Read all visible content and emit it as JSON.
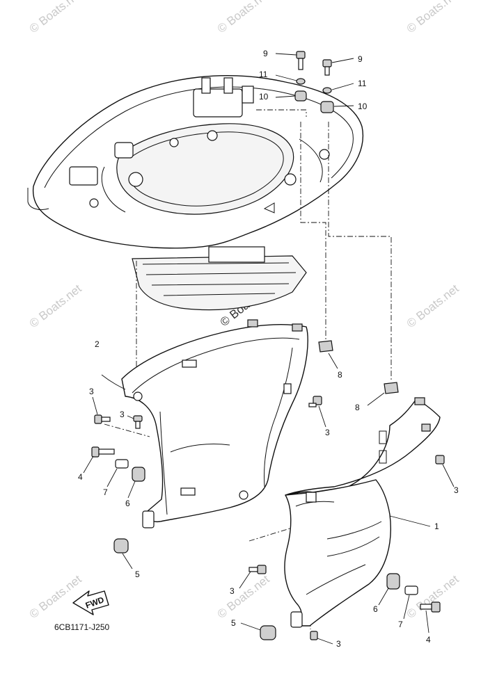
{
  "diagram_code": "6CB1171-J250",
  "fwd_label": "FWD",
  "watermarks": [
    "© Boats.net",
    "© Boats.net",
    "© Boats.net",
    "© Boats.net",
    "© Boats.net",
    "© Boats.net",
    "© Boats.net",
    "© Boats.net",
    "© Boats.net"
  ],
  "center_watermark": "© Boats.net",
  "callouts": {
    "top_bolt_left": "9",
    "top_bolt_right": "9",
    "top_washer_left": "11",
    "top_washer_right": "11",
    "top_grommet_left": "10",
    "top_grommet_right": "10",
    "nut_center": "8",
    "nut_right": "8",
    "cover_left": "2",
    "cover_right": "1",
    "screw_a": "3",
    "screw_b": "3",
    "screw_c": "3",
    "screw_d": "3",
    "screw_e": "3",
    "screw_f": "3",
    "bolt_left": "4",
    "bolt_right": "4",
    "grommet_left_low": "5",
    "grommet_right_low": "5",
    "damper_left": "6",
    "damper_right": "6",
    "collar_left": "7",
    "collar_right": "7"
  }
}
